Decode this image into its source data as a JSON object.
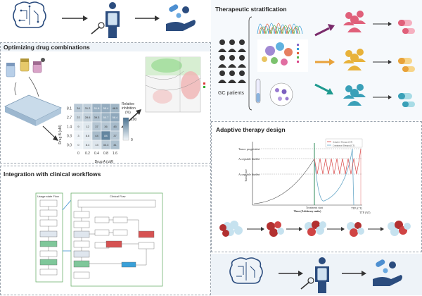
{
  "panels": {
    "top_left": {
      "title": ""
    },
    "drug_combos": {
      "title": "Optimizing drug combinations"
    },
    "clinical": {
      "title": "Integration with clinical workflows"
    },
    "stratification": {
      "title": "Therapeutic stratification"
    },
    "adaptive": {
      "title": "Adaptive therapy design"
    }
  },
  "heatmap": {
    "ylabel": "Drug B (uM)",
    "xlabel": "Drug A (uM)",
    "x_ticks": [
      "0",
      "0.2",
      "0.4",
      "0.8",
      "1.6"
    ],
    "y_ticks": [
      "0.0",
      "0.3",
      "1.4",
      "2.7",
      "8.1"
    ],
    "rows": [
      [
        "34",
        "31.2",
        "51.8",
        "55.4",
        "48.5"
      ],
      [
        "22",
        "28.6",
        "39.3",
        "50.7",
        "58.4"
      ],
      [
        "9",
        "12",
        "37",
        "36",
        "45"
      ],
      [
        "3",
        "8.6",
        "44",
        "84",
        "37"
      ],
      [
        "0",
        "8.4",
        "13",
        "33.3",
        "41"
      ]
    ],
    "colorbar_label_1": "Relative",
    "colorbar_label_2": "inhibition",
    "colorbar_label_3": "(%)",
    "colorbar_max": "100",
    "colorbar_min": "0",
    "colors": {
      "low": "#f3f7fa",
      "high": "#48708f"
    }
  },
  "stratification": {
    "patients_label": "GC patients"
  },
  "adaptive_chart": {
    "ylabel": "Tumor size",
    "xlabel": "Time (Arbitrary units)",
    "treatment_label": "Treatment start",
    "levels": [
      "Tumor progression",
      "Acceptable burden",
      "Acceptable burden"
    ],
    "legend": [
      "Adaptive Therapy (AT)",
      "Continuous Therapy (CT)"
    ],
    "ttp_labels": [
      "TTP (CT)",
      "TTP (AT)"
    ],
    "colors": {
      "adaptive": "#d94a4a",
      "continuous": "#6aa9c9",
      "treatment": "#2e8b57"
    }
  },
  "clinical_flow": {
    "left_title": "Usage state Flow",
    "right_title": "Clinical Flow"
  }
}
